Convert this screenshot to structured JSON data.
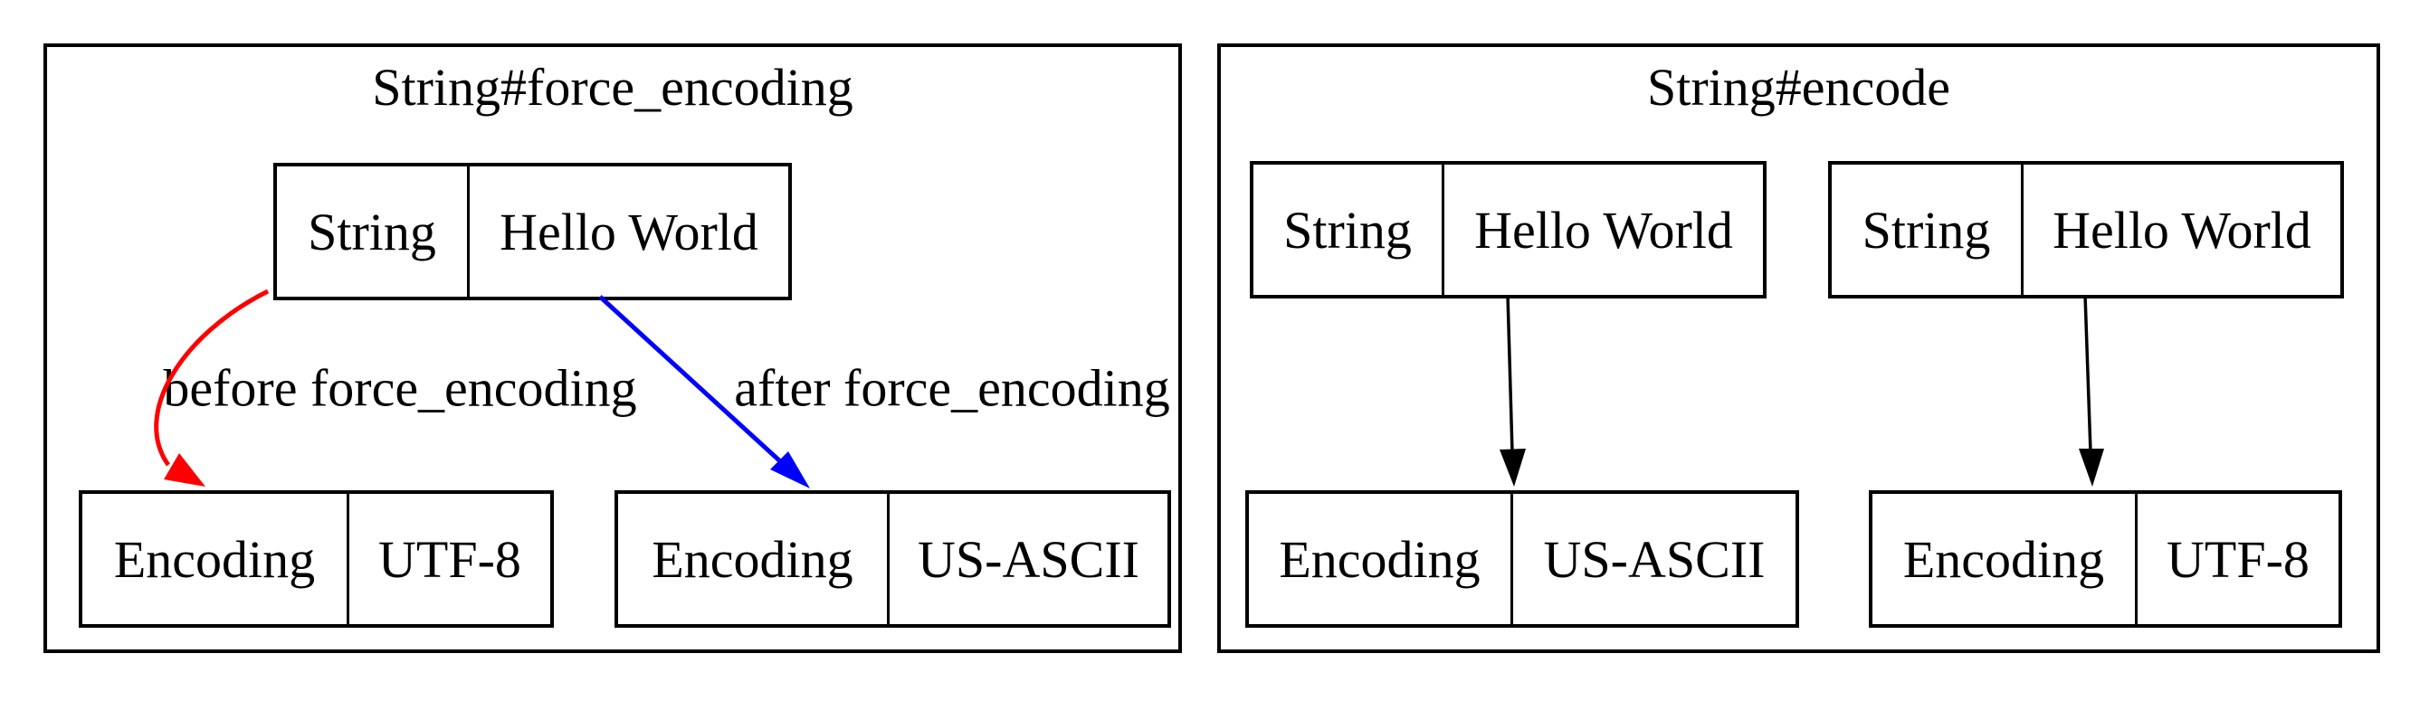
{
  "clusters": {
    "force_encoding": {
      "title": "String#force_encoding",
      "top_node": {
        "type": "String",
        "value": "Hello World"
      },
      "bottom_nodes": [
        {
          "type": "Encoding",
          "value": "UTF-8"
        },
        {
          "type": "Encoding",
          "value": "US-ASCII"
        }
      ],
      "edges": [
        {
          "label": "before force_encoding",
          "color": "#ff0000"
        },
        {
          "label": "after force_encoding",
          "color": "#0000ff"
        }
      ]
    },
    "encode": {
      "title": "String#encode",
      "pairs": [
        {
          "top": {
            "type": "String",
            "value": "Hello World"
          },
          "bottom": {
            "type": "Encoding",
            "value": "US-ASCII"
          }
        },
        {
          "top": {
            "type": "String",
            "value": "Hello World"
          },
          "bottom": {
            "type": "Encoding",
            "value": "UTF-8"
          }
        }
      ],
      "edge_color": "#000000"
    }
  }
}
